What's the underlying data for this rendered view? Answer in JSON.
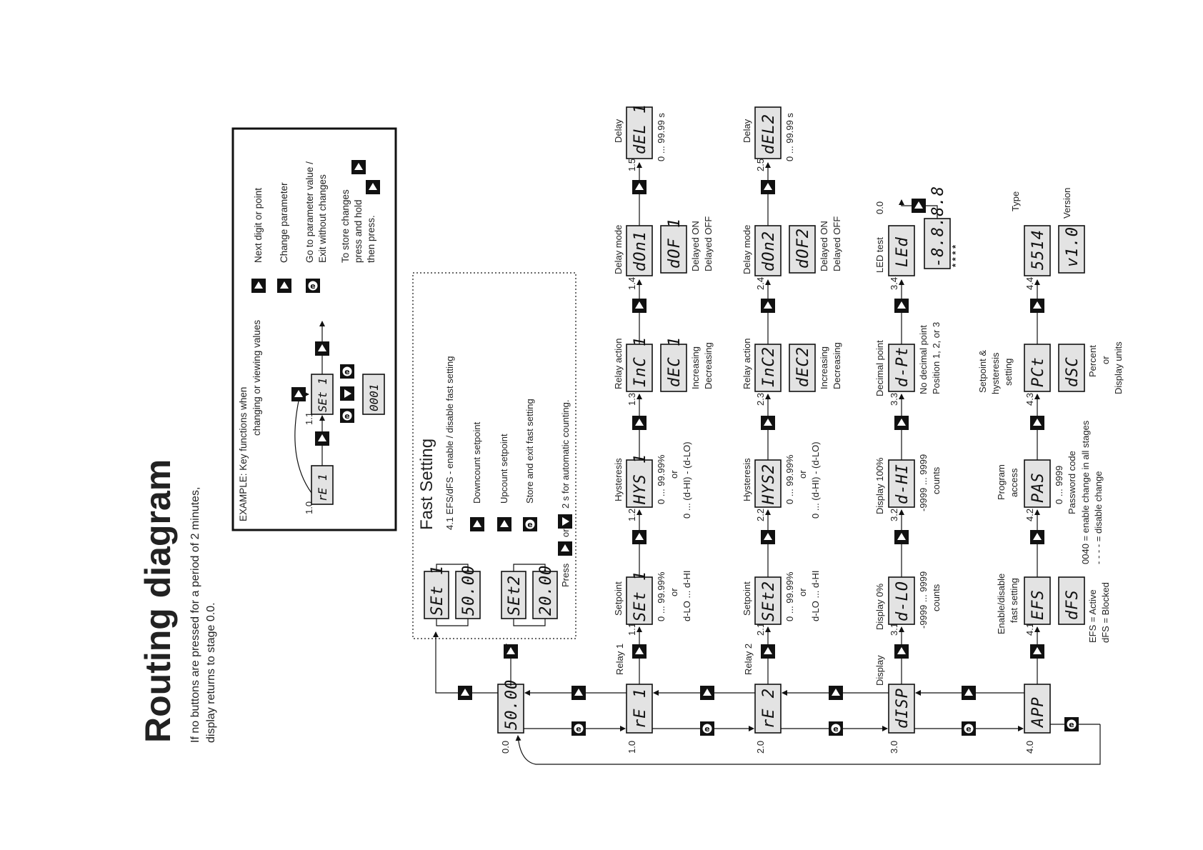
{
  "title": "Routing diagram",
  "subtitle_line1": "If no buttons are pressed for a period of 2 minutes,",
  "subtitle_line2": "display returns to stage 0.0.",
  "example": {
    "title_line1": "EXAMPLE: Key functions when",
    "title_line2": "changing or viewing values",
    "stage_a": "1.0",
    "stage_b": "1.1",
    "disp_a": "rE 1",
    "disp_b": "SEt 1",
    "disp_c": "0001",
    "legend_next": "Next digit  or point",
    "legend_change": "Change parameter",
    "legend_goto1": "Go to parameter value /",
    "legend_goto2": "Exit without changes",
    "legend_store1": "To store changes",
    "legend_store2": "press and hold",
    "legend_store3": "then press."
  },
  "fast": {
    "title": "Fast  Setting",
    "line1": "4.1 EFS/dFS - enable / disable fast setting",
    "line2": "Downcount setpoint",
    "line3": "Upcount setpoint",
    "line4": "Store and exit fast setting",
    "line5a": "Press",
    "line5b": "or",
    "line5c": "2 s for automatic counting.",
    "set1": "SEt 1",
    "val1": "50.00",
    "set2": "SEt2",
    "val2": "20.00"
  },
  "main": {
    "s00": "0.0",
    "d00": "50.00",
    "s10": "1.0",
    "d10": "rE 1",
    "l10": "Relay 1",
    "s20": "2.0",
    "d20": "rE 2",
    "l20": "Relay 2",
    "s30": "3.0",
    "d30": "dISP",
    "l30": "Display",
    "s40": "4.0",
    "d40": "APP"
  },
  "row1": {
    "s11": "1.1",
    "h11": "Setpoint",
    "d11": "SEt 1",
    "r11a": "0 ... 99.99%",
    "r11b": "or",
    "r11c": "d-LO ... d-HI",
    "s12": "1.2",
    "h12": "Hysteresis",
    "d12": "HYS 1",
    "r12a": "0 ... 99.99%",
    "r12b": "or",
    "r12c": "0 ... (d-HI) - (d-LO)",
    "s13": "1.3",
    "h13": "Relay action",
    "d13": "InC 1",
    "d13b": "dEC 1",
    "r13a": "Increasing",
    "r13b": "Decreasing",
    "s14": "1.4",
    "h14": "Delay mode",
    "d14": "dOn1",
    "d14b": "dOF 1",
    "r14a": "Delayed ON",
    "r14b": "Delayed OFF",
    "s15": "1.5",
    "h15": "Delay",
    "d15": "dEL 1",
    "r15": "0 ... 99.99 s"
  },
  "row2": {
    "s21": "2.1",
    "h21": "Setpoint",
    "d21": "SEt2",
    "r21a": "0 ... 99.99%",
    "r21b": "or",
    "r21c": "d-LO ... d-HI",
    "s22": "2.2",
    "h22": "Hysteresis",
    "d22": "HYS2",
    "r22a": "0 ... 99.99%",
    "r22b": "or",
    "r22c": "0 ... (d-HI) - (d-LO)",
    "s23": "2.3",
    "h23": "Relay action",
    "d23": "InC2",
    "d23b": "dEC2",
    "r23a": "Increasing",
    "r23b": "Decreasing",
    "s24": "2.4",
    "h24": "Delay mode",
    "d24": "dOn2",
    "d24b": "dOF2",
    "r24a": "Delayed ON",
    "r24b": "Delayed OFF",
    "s25": "2.5",
    "h25": "Delay",
    "d25": "dEL2",
    "r25": "0 ... 99.99 s"
  },
  "row3": {
    "s31": "3.1",
    "h31": "Display 0%",
    "d31": "d-LO",
    "r31a": "-9999 ... 9999",
    "r31b": "counts",
    "s32": "3.2",
    "h32": "Display 100%",
    "d32": "d-HI",
    "r32a": "-9999 ... 9999",
    "r32b": "counts",
    "s33": "3.3",
    "h33": "Decimal point",
    "d33": "d-Pt",
    "r33a": "No decimal point",
    "r33b": "Position 1, 2, or 3",
    "s34": "3.4",
    "h34": "LED test",
    "d34": "LEd",
    "d34b": "-8.8.8.8",
    "stars": "* *    * *",
    "back": "0.0"
  },
  "row4": {
    "s41": "4.1",
    "h41a": "Enable/disable",
    "h41b": "fast setting",
    "d41": "EFS",
    "d41b": "dFS",
    "r41a": "EFS = Active",
    "r41b": "dFS = Blocked",
    "s42": "4.2",
    "h42a": "Program",
    "h42b": "access",
    "d42": "PAS",
    "r42a": "0 ... 9999",
    "r42b": "Password code",
    "r42c": "0040  =  enable change in all stages",
    "r42d": "- - - -  =  disable change",
    "s43": "4.3",
    "h43a": "Setpoint &",
    "h43b": "hysteresis",
    "h43c": "setting",
    "d43": "PCt",
    "d43b": "dSC",
    "r43a": "Percent",
    "r43b": "or",
    "r43c": "Display units",
    "s44": "4.4",
    "h44": "Type",
    "d44": "5514",
    "d44b": "v1.0",
    "r44": "Version"
  },
  "keys": {
    "up": "▲",
    "e": "e"
  }
}
